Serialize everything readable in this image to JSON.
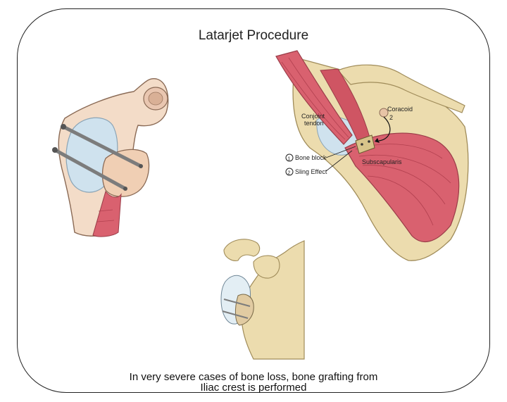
{
  "title": "Latarjet Procedure",
  "labels": {
    "coracoid": "Coracoid",
    "coracoid_number": "2",
    "conjoint_line1": "Conjoint",
    "conjoint_line2": "tendon",
    "bone_block_number": "1",
    "bone_block": "Bone block",
    "sling_number": "2",
    "sling_effect": "Sling Effect",
    "subscapularis": "Subscapularis"
  },
  "caption": {
    "line1": "In very severe cases of bone loss, bone grafting from",
    "line2": "Iliac crest is  performed"
  },
  "colors": {
    "bone": "#f3dcc8",
    "bone_outline": "#8a6a55",
    "cartilage": "#cfe2ee",
    "muscle": "#d9616f",
    "muscle_dark": "#b2404f",
    "scapula": "#ecdcae",
    "screw": "#7c7c7c"
  }
}
